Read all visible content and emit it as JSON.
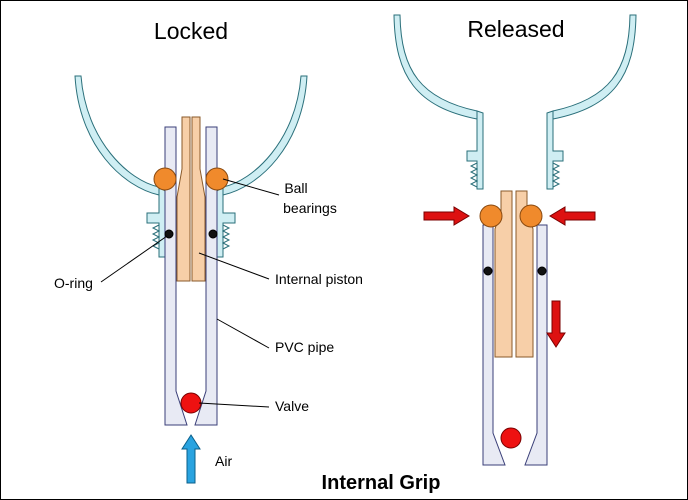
{
  "diagram": {
    "title": "Internal Grip",
    "panels": {
      "locked": {
        "title": "Locked"
      },
      "released": {
        "title": "Released"
      }
    },
    "labels": {
      "ball_bearings_line1": "Ball",
      "ball_bearings_line2": "bearings",
      "o_ring": "O-ring",
      "internal_piston": "Internal piston",
      "pvc_pipe": "PVC pipe",
      "valve": "Valve",
      "air": "Air"
    },
    "colors": {
      "ball": "#f08a2c",
      "piston": "#f7cfa8",
      "cup": "#cfeef3",
      "pipe": "#e8eaf4",
      "valve": "#ee1111",
      "pressure_arrow": "#dd1111",
      "air_arrow": "#29a3e0"
    }
  }
}
